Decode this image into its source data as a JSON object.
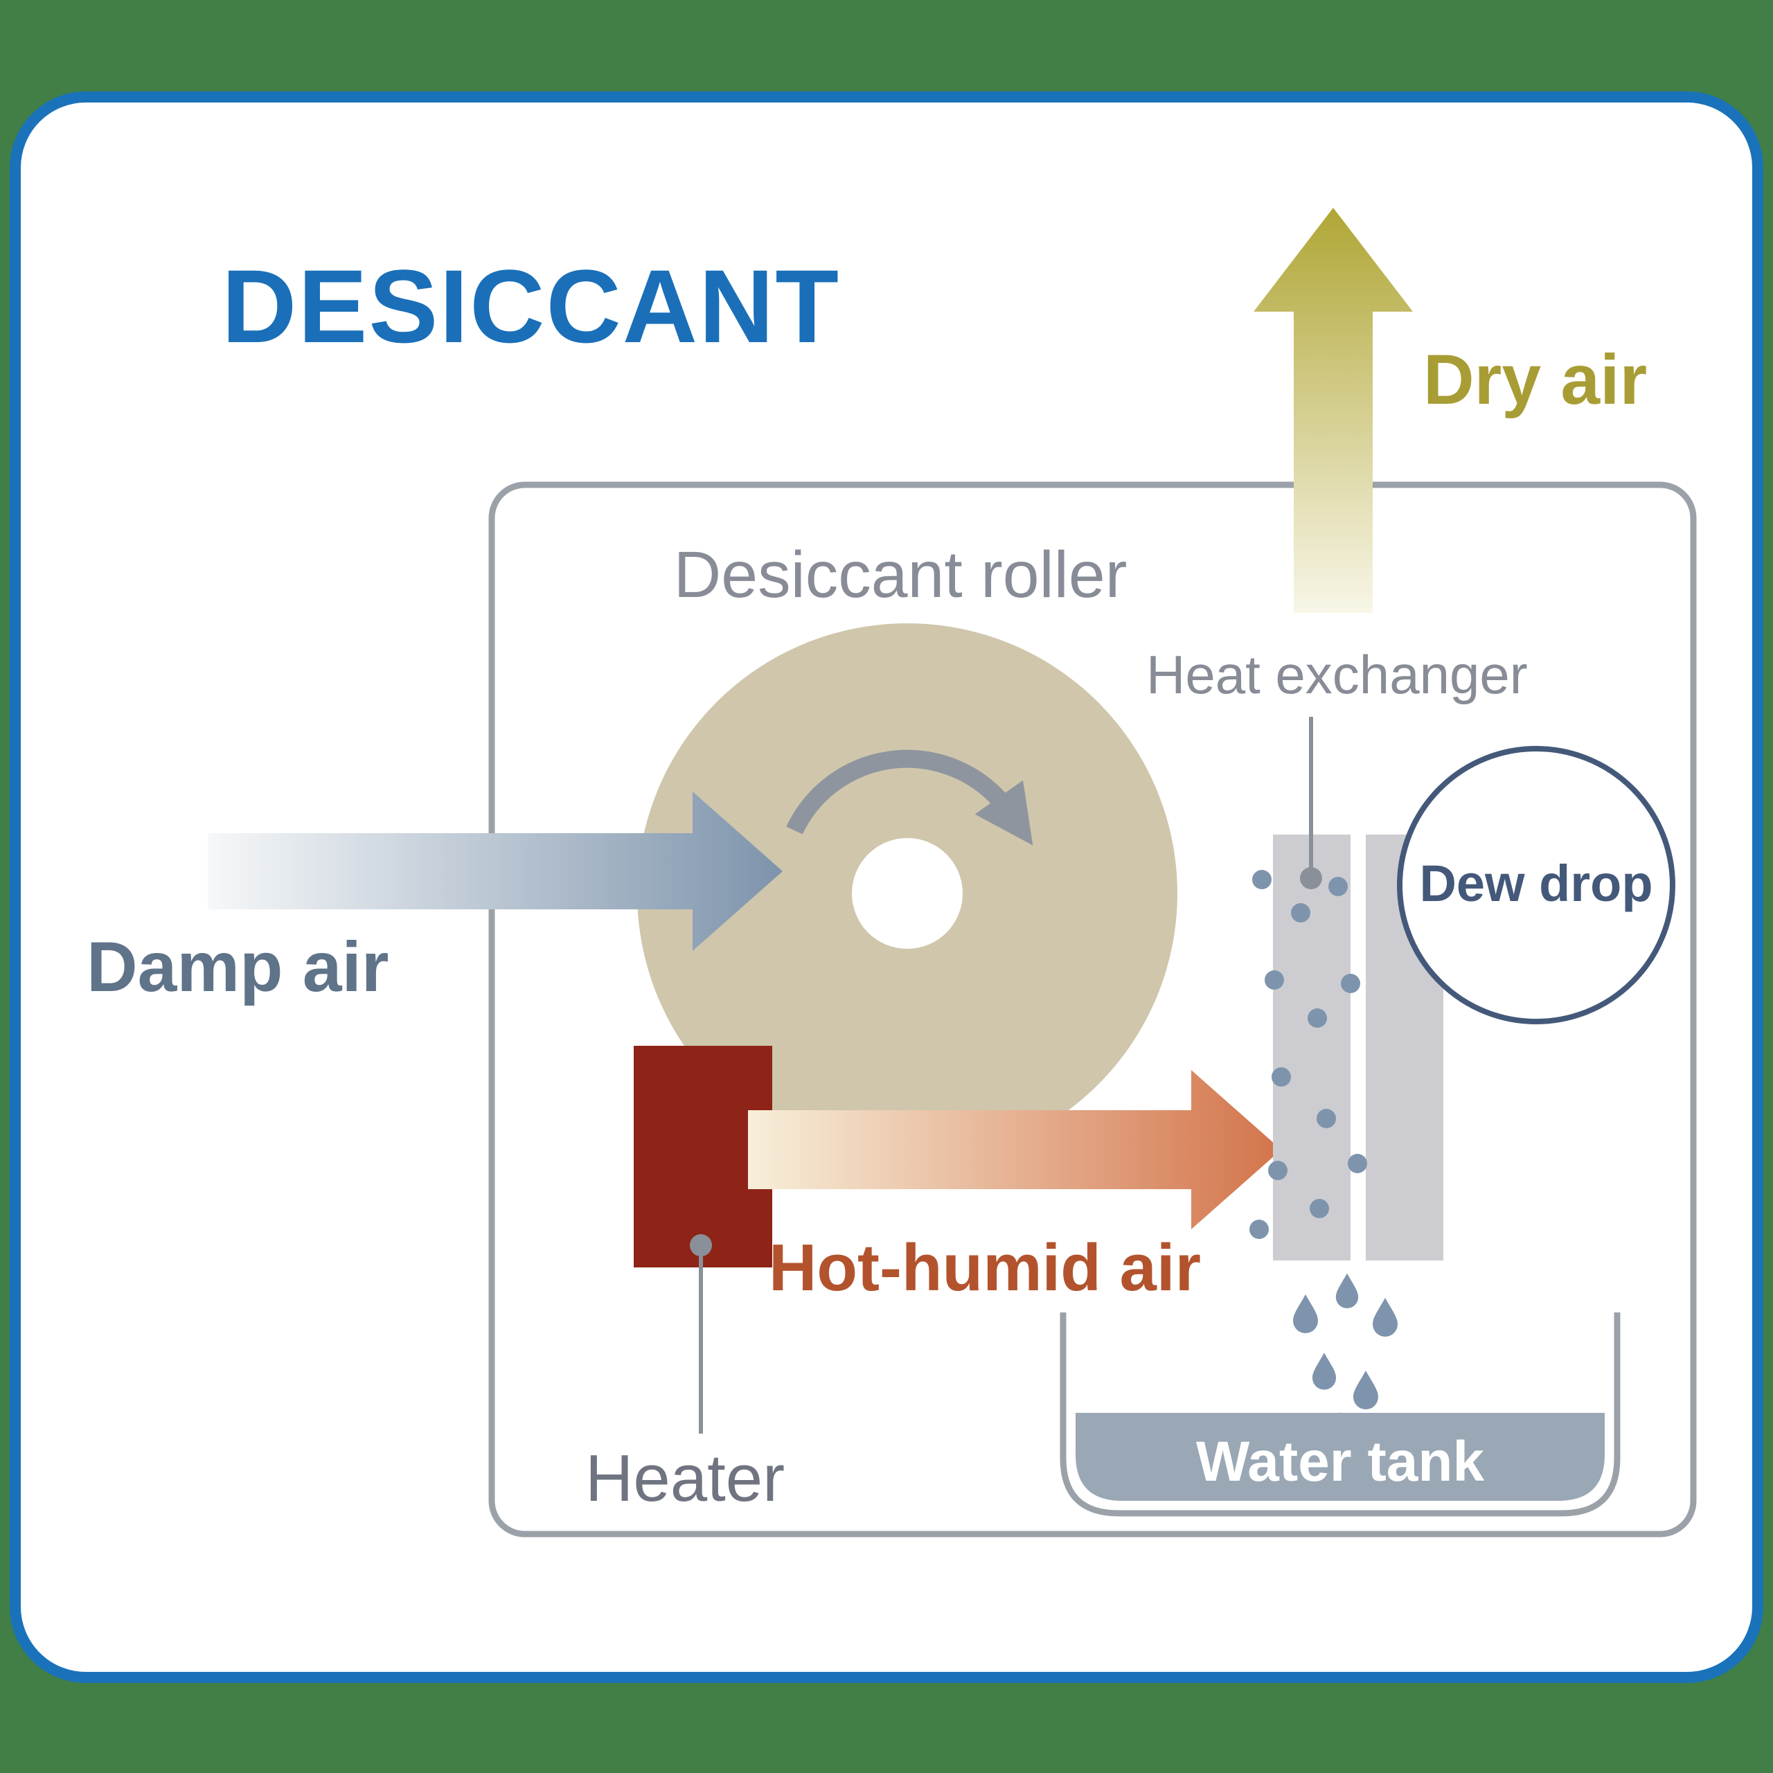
{
  "title": {
    "text": "DESICCANT",
    "color": "#1a6fb8"
  },
  "labels": {
    "desiccant_roller": "Desiccant roller",
    "damp_air": "Damp air",
    "dry_air": "Dry air",
    "heat_exchanger": "Heat exchanger",
    "dew_drop": "Dew drop",
    "hot_humid_air": "Hot-humid air",
    "heater": "Heater",
    "water_tank": "Water tank"
  },
  "colors": {
    "page_background": "#417f46",
    "card_background": "#ffffff",
    "card_border": "#1a72ba",
    "housing_outline": "#9ba1a8",
    "roller_fill": "#cfc6ac",
    "rotation_arrow": "#8f959e",
    "damp_air_arrow_start": "#f6f8f9",
    "damp_air_arrow_end": "#7e94ac",
    "dry_air_arrow_top": "#b0a636",
    "dry_air_arrow_bottom": "#f8f6e8",
    "hot_humid_arrow_start": "#f7efda",
    "hot_humid_arrow_end": "#d3744b",
    "heater_fill": "#8e2317",
    "heat_exchanger_bar": "#cdcdd1",
    "condensation_dot": "#7e94ac",
    "dew_circle_outline": "#44597a",
    "water_fill": "#9aa7b5",
    "water_drop": "#7e94ac",
    "damp_air_text": "#5f7389",
    "dry_air_text": "#a89d35",
    "hot_humid_text": "#b2532d",
    "gray_label_text": "#878c96"
  }
}
